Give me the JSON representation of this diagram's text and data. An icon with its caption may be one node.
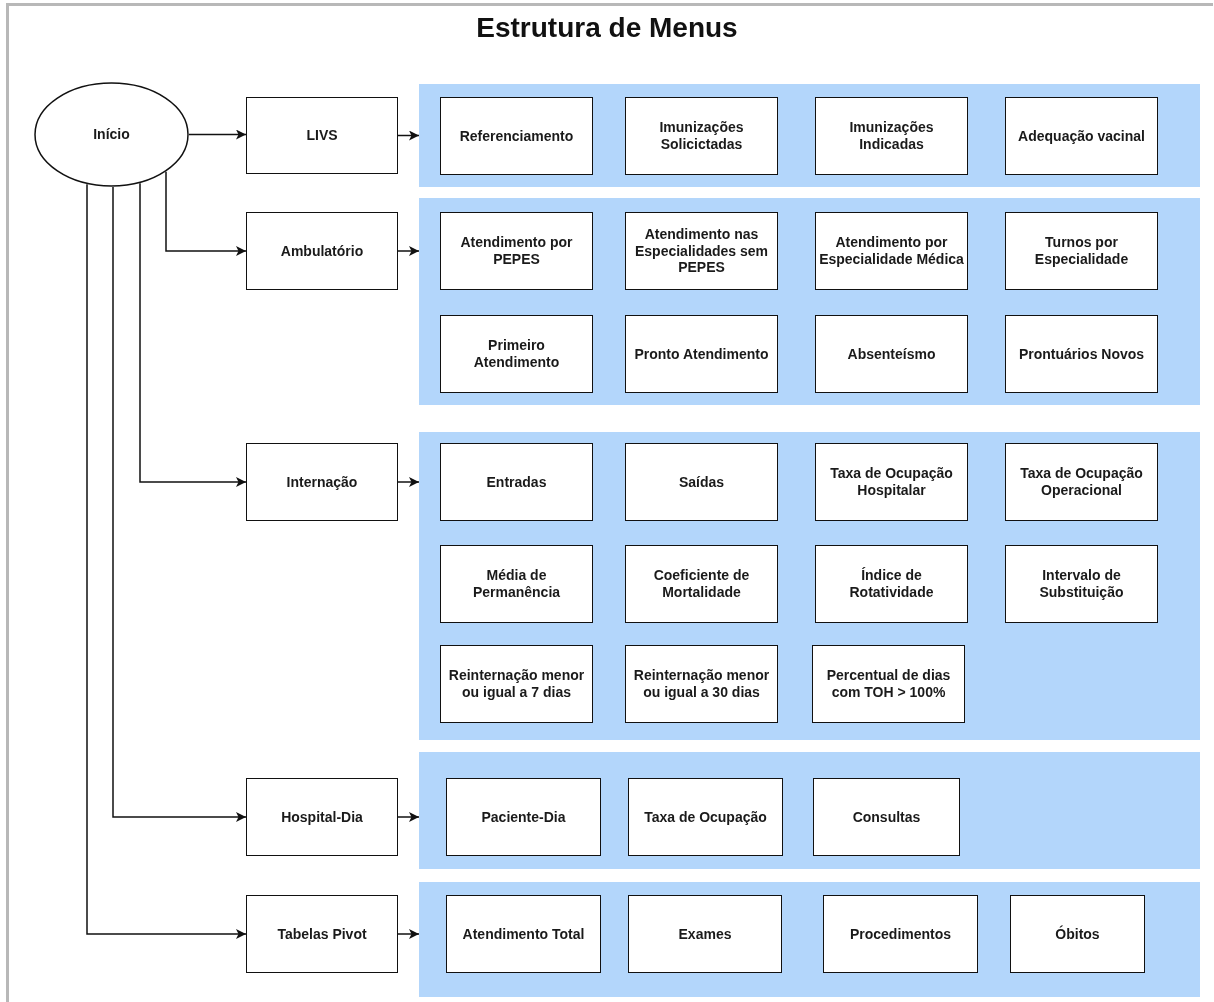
{
  "diagram": {
    "title": "Estrutura de Menus",
    "nodes": [
      {
        "text": [
          "Início"
        ]
      },
      {
        "text": [
          "LIVS"
        ]
      },
      {
        "text": [],
        "shape": "band"
      },
      {
        "text": [
          "Referenciamento"
        ],
        "in": 2
      },
      {
        "text": [
          "Imunizações Solicictadas"
        ],
        "in": 2
      },
      {
        "text": [
          "Imunizações Indicadas"
        ],
        "in": 2
      },
      {
        "text": [
          "Adequação vacinal"
        ],
        "in": 2
      },
      {
        "text": [
          "Ambulatório"
        ]
      },
      {
        "text": [],
        "shape": "band"
      },
      {
        "text": [
          "Atendimento por PEPES"
        ],
        "in": 8
      },
      {
        "text": [
          "Atendimento nas Especialidades sem PEPES"
        ],
        "in": 8
      },
      {
        "text": [
          "Atendimento por Especialidade Médica"
        ],
        "in": 8
      },
      {
        "text": [
          "Turnos por Especialidade"
        ],
        "in": 8
      },
      {
        "text": [
          "Primeiro Atendimento"
        ],
        "in": 8
      },
      {
        "text": [
          "Pronto Atendimento"
        ],
        "in": 8
      },
      {
        "text": [
          "Absenteísmo"
        ],
        "in": 8
      },
      {
        "text": [
          "Prontuários Novos"
        ],
        "in": 8
      },
      {
        "text": [
          "Internação"
        ]
      },
      {
        "text": [],
        "shape": "band"
      },
      {
        "text": [
          "Entradas"
        ],
        "in": 18
      },
      {
        "text": [
          "Saídas"
        ],
        "in": 18
      },
      {
        "text": [
          "Taxa de Ocupação Hospitalar"
        ],
        "in": 18
      },
      {
        "text": [
          "Taxa de Ocupação Operacional"
        ],
        "in": 18
      },
      {
        "text": [
          "Média de Permanência"
        ],
        "in": 18
      },
      {
        "text": [
          "Coeficiente de Mortalidade"
        ],
        "in": 18
      },
      {
        "text": [
          "Índice de Rotatividade"
        ],
        "in": 18
      },
      {
        "text": [
          "Intervalo de Substituição"
        ],
        "in": 18
      },
      {
        "text": [
          "Reinternação menor ou igual a 7 dias"
        ],
        "in": 18
      },
      {
        "text": [
          "Reinternação menor ou igual a 30 dias"
        ],
        "in": 18
      },
      {
        "text": [
          "Percentual de dias com TOH > 100%"
        ],
        "in": 18
      },
      {
        "text": [
          "Hospital-Dia"
        ]
      },
      {
        "text": [],
        "shape": "band"
      },
      {
        "text": [
          "Paciente-Dia"
        ],
        "in": 31
      },
      {
        "text": [
          "Taxa de Ocupação"
        ],
        "in": 31
      },
      {
        "text": [
          "Consultas"
        ],
        "in": 31
      },
      {
        "text": [
          "Tabelas Pivot"
        ]
      },
      {
        "text": [],
        "shape": "band"
      },
      {
        "text": [
          "Atendimento Total"
        ],
        "in": 36
      },
      {
        "text": [
          "Exames"
        ],
        "in": 36
      },
      {
        "text": [
          "Procedimentos"
        ],
        "in": 36
      },
      {
        "text": [
          "Óbitos"
        ],
        "in": 36
      }
    ],
    "edges": [
      {
        "from": 0,
        "to": 1,
        "arrow": "to"
      },
      {
        "from": 1,
        "to": 2,
        "arrow": "to"
      },
      {
        "from": 0,
        "to": 7,
        "arrow": "to"
      },
      {
        "from": 7,
        "to": 8,
        "arrow": "to"
      },
      {
        "from": 0,
        "to": 17,
        "arrow": "to"
      },
      {
        "from": 17,
        "to": 18,
        "arrow": "to"
      },
      {
        "from": 0,
        "to": 30,
        "arrow": "to"
      },
      {
        "from": 30,
        "to": 31,
        "arrow": "to"
      },
      {
        "from": 0,
        "to": 35,
        "arrow": "to"
      },
      {
        "from": 35,
        "to": 36,
        "arrow": "to"
      }
    ]
  }
}
